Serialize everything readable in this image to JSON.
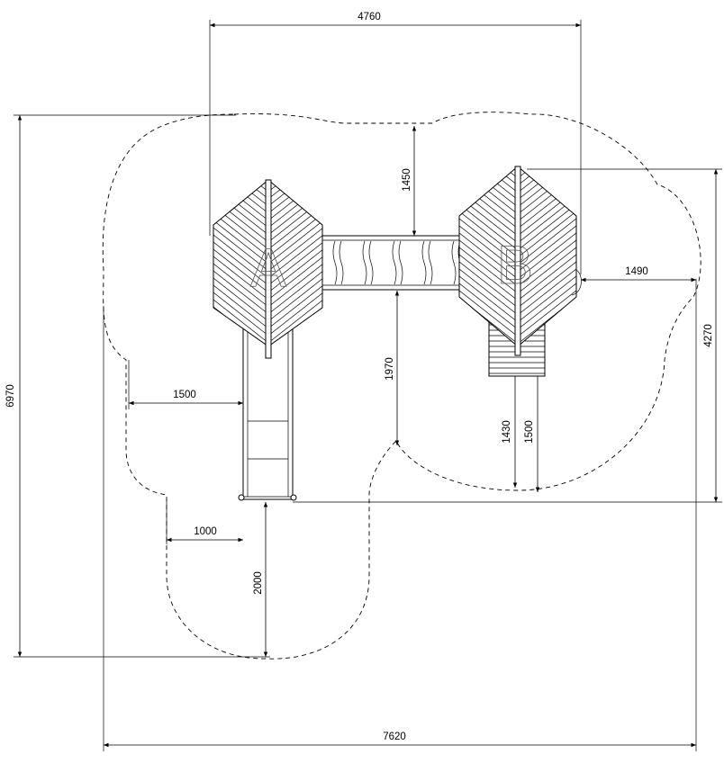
{
  "dimensions": {
    "overall_width": "4760",
    "top_clearance": "1450",
    "overall_height": "6970",
    "right_clearance": "1490",
    "right_height": "4270",
    "bridge_to_arc": "1970",
    "left_clearance": "1500",
    "stair_clearance_a": "1430",
    "stair_clearance_b": "1500",
    "slide_side_clearance": "1000",
    "slide_end_clearance": "2000",
    "total_width": "7620"
  },
  "towers": {
    "a_label": "A",
    "b_label": "B"
  }
}
